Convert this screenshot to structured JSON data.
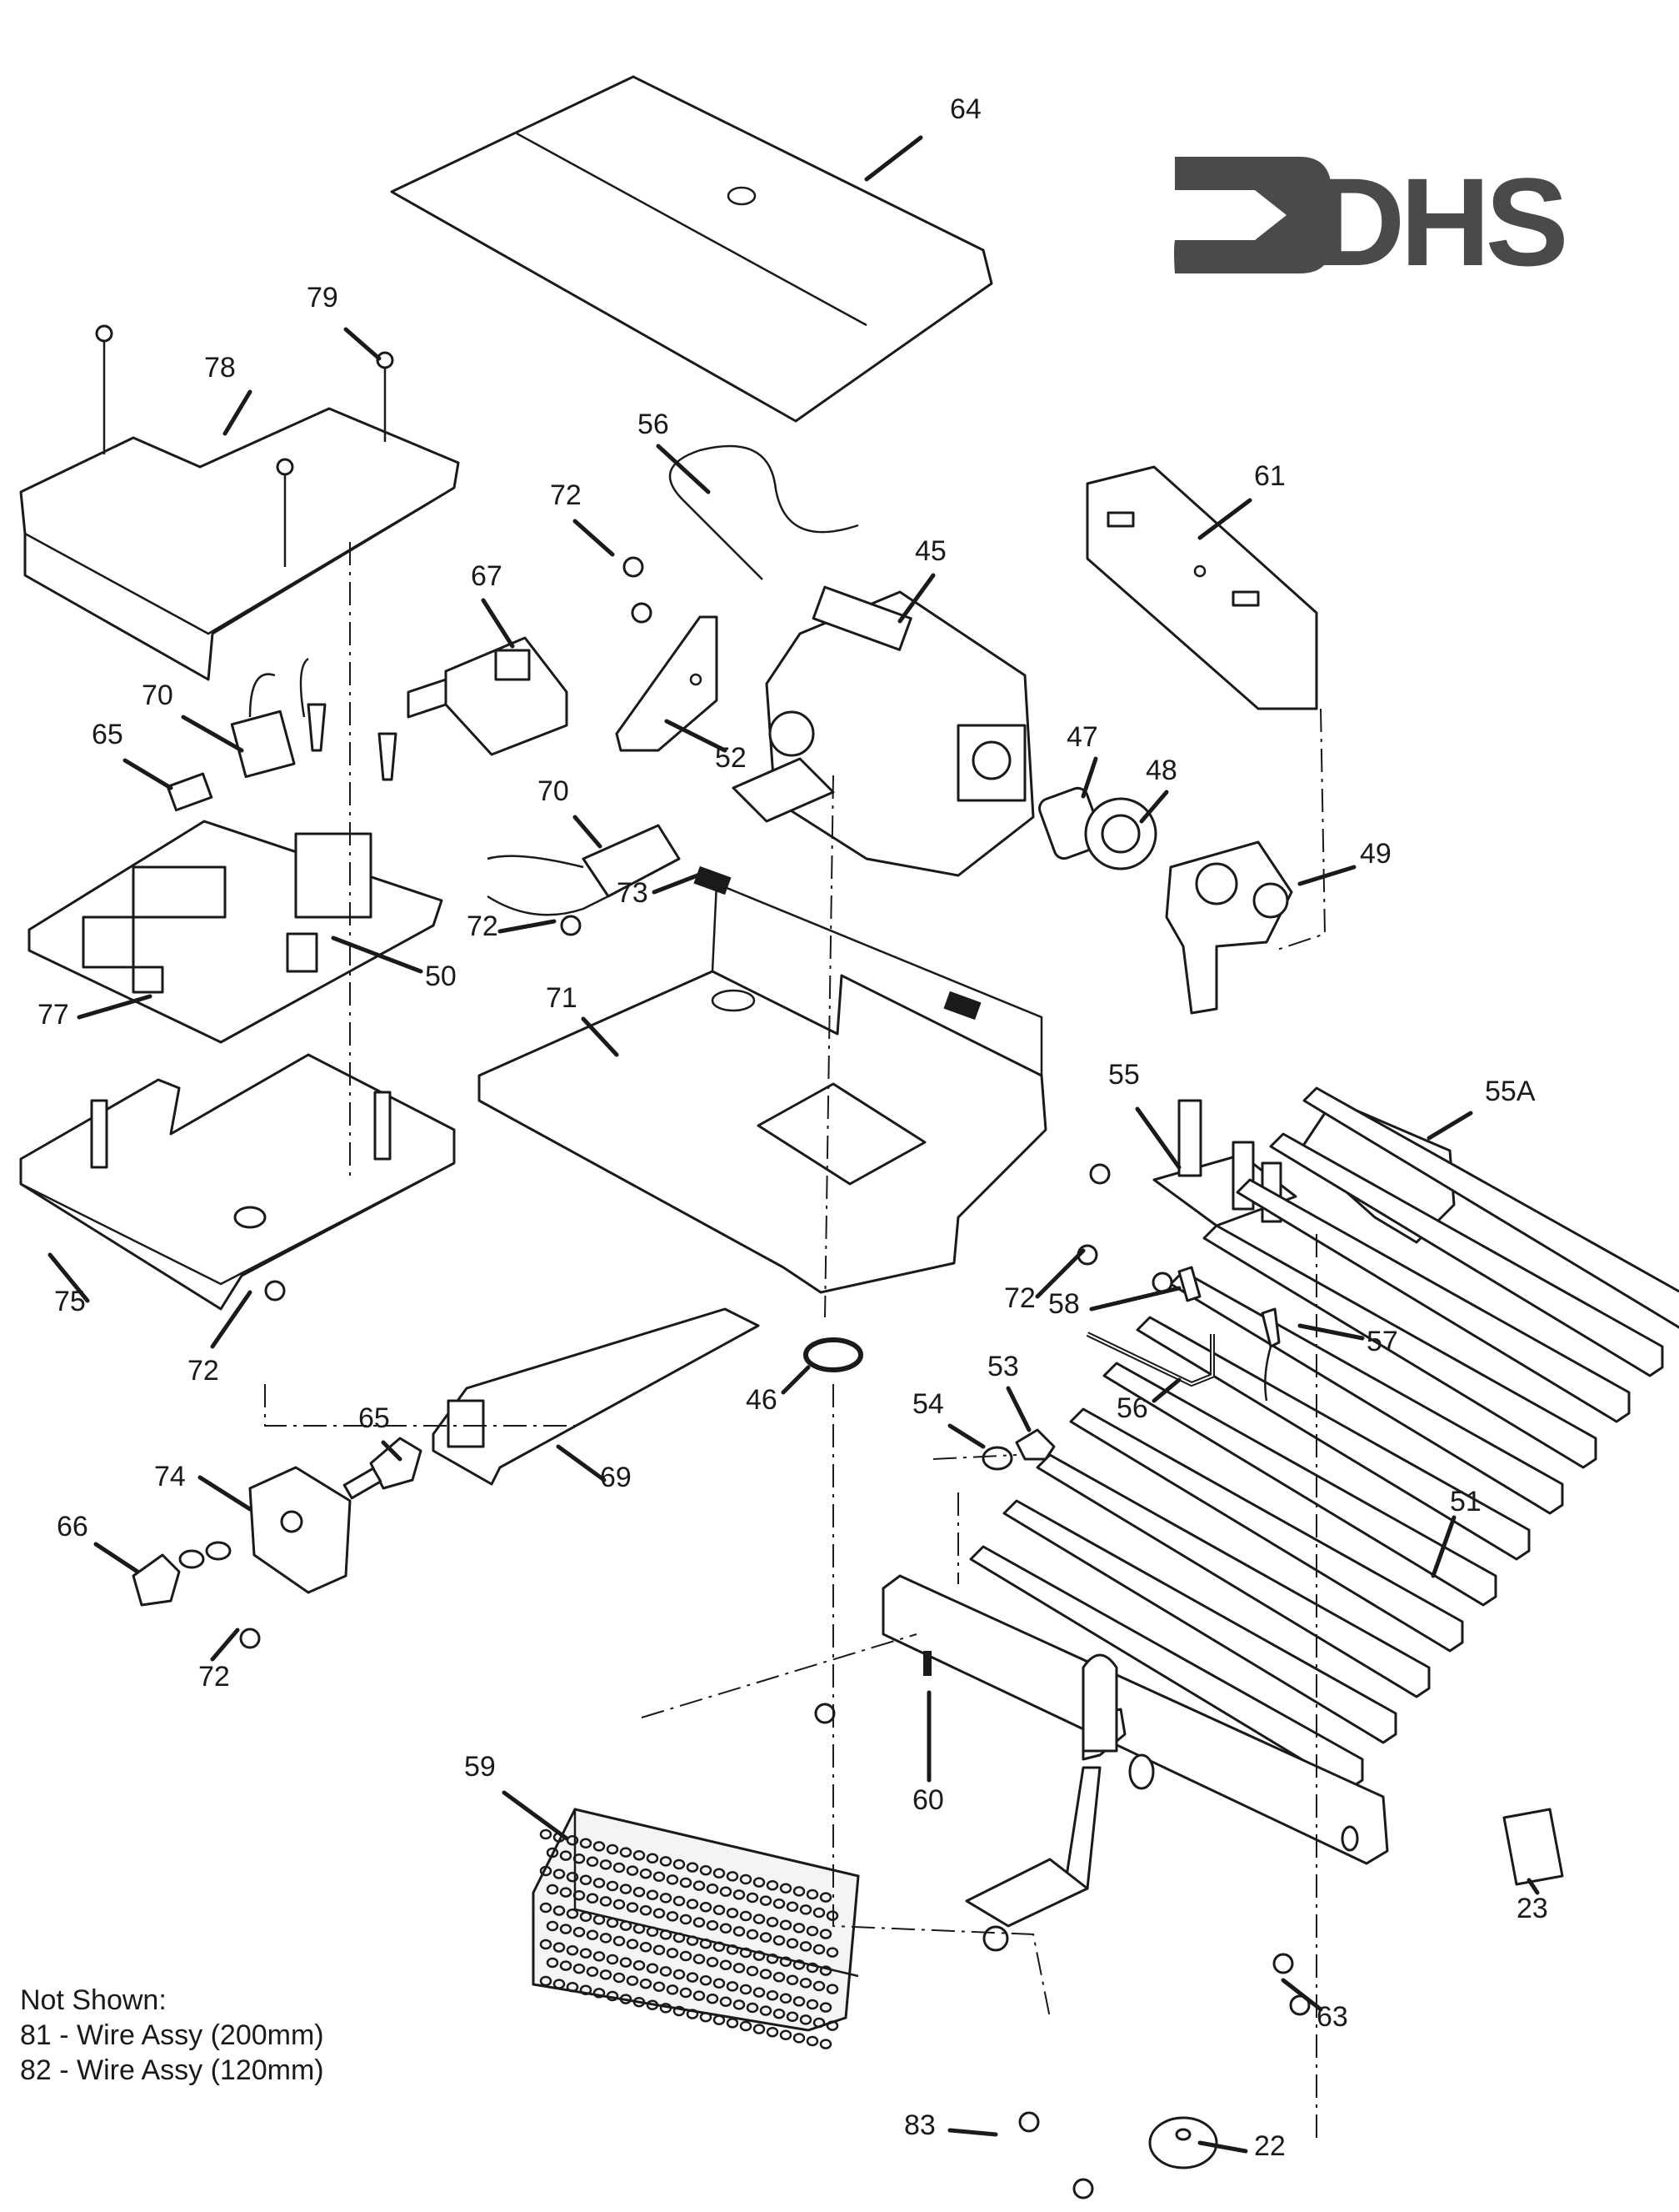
{
  "logo": {
    "text": "DHS",
    "color": "#4a4a4a"
  },
  "callouts": [
    {
      "id": "c64",
      "label": "64"
    },
    {
      "id": "c79",
      "label": "79"
    },
    {
      "id": "c78",
      "label": "78"
    },
    {
      "id": "c56a",
      "label": "56"
    },
    {
      "id": "c72a",
      "label": "72"
    },
    {
      "id": "c61",
      "label": "61"
    },
    {
      "id": "c45",
      "label": "45"
    },
    {
      "id": "c67",
      "label": "67"
    },
    {
      "id": "c70a",
      "label": "70"
    },
    {
      "id": "c65a",
      "label": "65"
    },
    {
      "id": "c52",
      "label": "52"
    },
    {
      "id": "c47",
      "label": "47"
    },
    {
      "id": "c48",
      "label": "48"
    },
    {
      "id": "c70b",
      "label": "70"
    },
    {
      "id": "c49",
      "label": "49"
    },
    {
      "id": "c72b",
      "label": "72"
    },
    {
      "id": "c73",
      "label": "73"
    },
    {
      "id": "c50",
      "label": "50"
    },
    {
      "id": "c77",
      "label": "77"
    },
    {
      "id": "c71",
      "label": "71"
    },
    {
      "id": "c55",
      "label": "55"
    },
    {
      "id": "c55A",
      "label": "55A"
    },
    {
      "id": "c75",
      "label": "75"
    },
    {
      "id": "c72c",
      "label": "72"
    },
    {
      "id": "c72d",
      "label": "72"
    },
    {
      "id": "c58",
      "label": "58"
    },
    {
      "id": "c57",
      "label": "57"
    },
    {
      "id": "c46",
      "label": "46"
    },
    {
      "id": "c53",
      "label": "53"
    },
    {
      "id": "c54",
      "label": "54"
    },
    {
      "id": "c56b",
      "label": "56"
    },
    {
      "id": "c65b",
      "label": "65"
    },
    {
      "id": "c74",
      "label": "74"
    },
    {
      "id": "c69",
      "label": "69"
    },
    {
      "id": "c51",
      "label": "51"
    },
    {
      "id": "c66",
      "label": "66"
    },
    {
      "id": "c72e",
      "label": "72"
    },
    {
      "id": "c60",
      "label": "60"
    },
    {
      "id": "c59",
      "label": "59"
    },
    {
      "id": "c23",
      "label": "23"
    },
    {
      "id": "c63",
      "label": "63"
    },
    {
      "id": "c83",
      "label": "83"
    },
    {
      "id": "c22",
      "label": "22"
    }
  ],
  "not_shown": {
    "heading": "Not Shown:",
    "items": [
      "81 - Wire Assy (200mm)",
      "82 - Wire Assy (120mm)"
    ]
  }
}
